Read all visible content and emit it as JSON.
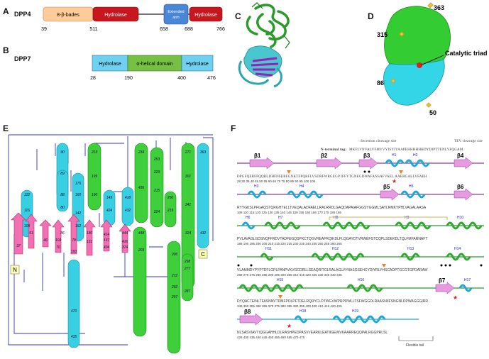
{
  "panels": {
    "a": {
      "letter": "A",
      "protein": "DPP4",
      "segments": [
        "8-β-bades",
        "Hydrolase",
        "Extended arm",
        "Hydrolase"
      ],
      "positions": [
        "39",
        "511",
        "658",
        "688",
        "766"
      ]
    },
    "b": {
      "letter": "B",
      "protein": "DPP7",
      "segments": [
        "Hydrolase",
        "α-helical domain",
        "Hydrolase"
      ],
      "positions": [
        "28",
        "190",
        "400",
        "476"
      ]
    },
    "c": {
      "letter": "C"
    },
    "d": {
      "letter": "D",
      "labels": [
        "363",
        "315",
        "86",
        "50"
      ],
      "annotation": "Catalytic triad"
    },
    "e": {
      "letter": "E",
      "n_term": "N",
      "c_term": "C",
      "elements": [
        "90",
        "89",
        "88",
        "122",
        "116",
        "80",
        "37",
        "51",
        "46",
        "104",
        "78",
        "142",
        "131",
        "86",
        "70",
        "160",
        "108",
        "137",
        "213",
        "199",
        "190",
        "175",
        "162",
        "180",
        "193",
        "149",
        "424",
        "414",
        "418",
        "404",
        "416",
        "432",
        "444",
        "448",
        "436",
        "253",
        "234",
        "229",
        "224",
        "250",
        "219",
        "215",
        "203",
        "206",
        "272",
        "277",
        "287",
        "298",
        "292",
        "297",
        "271",
        "301",
        "341",
        "324",
        "374",
        "363",
        "432",
        "435",
        "470",
        "138"
      ]
    },
    "f": {
      "letter": "F",
      "header_secretion": "Secretion cleavage site",
      "header_tev": "TEV cleavage site",
      "nterm_label": "N-terminal tag:",
      "nterm_seq": "MKFLVNVALVFMVVYISYIYAAPEHHHHHHDYDIPTTENLYFQGAM",
      "flexible_tail": "Flexible tail",
      "ss_labels": [
        "β1",
        "β2",
        "β3",
        "β4",
        "H1",
        "H2",
        "H3",
        "H4",
        "β5",
        "H5",
        "β6",
        "H6",
        "H7",
        "H8",
        "H9",
        "H10",
        "H11",
        "H12",
        "H13",
        "H14",
        "H15",
        "H16",
        "β7",
        "H17",
        "β8",
        "H18",
        "H19"
      ],
      "rows": [
        {
          "seq": "DPGFQERFFQQRLDHFNFERFGNKTFPQRFLVSDRFWRGEGP IFFYTGNEGDWAFANSAFVAEL AAERGALLVFAEH",
          "nums": "28    30    35    40    45    50    55    60    65    70    75    80    85    90    95    100    105"
        },
        {
          "seq": "RYYGKSLPFGAQSTQRGHTELLTVEQALADFAELLRALRRDLGAQDAPAIAFGGSYGGMLSAYLRMKYPHLVAGALAASA",
          "nums": "108    110    115    120    125    130    135    140    145    150    155    160    165    170    175    180    185"
        },
        {
          "seq": "PVLAVAGLGDSNQFFRDVTADFEGQSPKCTQGVREAFRQIKDLFLQGAYDTVRWEFGTCQPLSDEKDLTQLFMFARNAFT",
          "nums": "188    190    195    200    205    210    215    220    225    230    235    240    245    250    255    260    265"
        },
        {
          "seq": "VLAMMDYPYPTDFLGPLPANPVKVGCDRLLSEAQRITGLRALAGLVYNASGSEHCYDIYRLYHSCADPTGCGTGPDARAW",
          "nums": "268    270    275    280    285    290    295    300    305    310    315    320    325    330    335    340    345"
        },
        {
          "seq": "DYQACTEINLTFASNNVTDMFPDLPFTDELRQRYCLDTWGVWPRPDWLLTSFWGGDLRAASNIIFSNGNLDPWAGGGIRR",
          "nums": "348    350    355    360    365    370    375    380    385    390    395    400    405    410    415    420    425"
        },
        {
          "seq": "NLSASVIAVTIQGGAHHLDLRASHPEDPASVVEARKLEATIIGEWVKAARREQQPALRGGPRLSL",
          "nums": "428    430    435    440    445    450    455    460    465    470    475"
        }
      ]
    }
  },
  "colors": {
    "beta": "#f26fb2",
    "alpha_blue": "#38cfe2",
    "alpha_green": "#3ecf3a",
    "hydrolase_red": "#c8161e",
    "beta_bades": "#ffcc99",
    "extended_arm": "#4a86d6",
    "helical_green": "#77c043",
    "topology_line": "#3333cc",
    "terminus_box": "#ffffb0"
  }
}
